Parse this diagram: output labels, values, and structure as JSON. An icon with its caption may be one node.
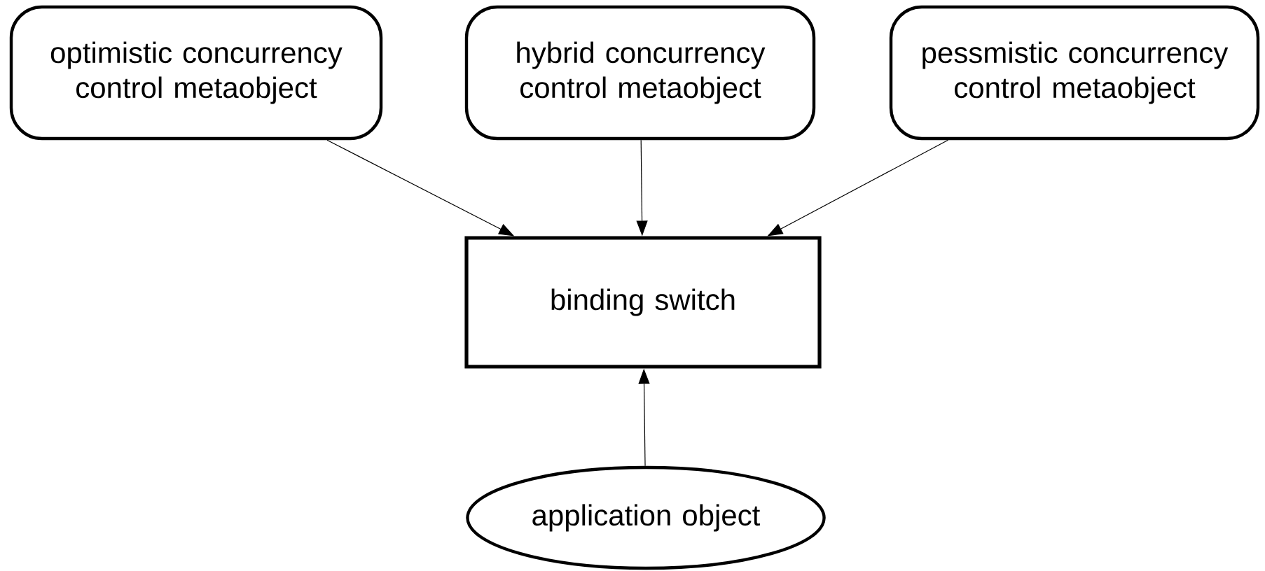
{
  "diagram": {
    "nodes": [
      {
        "text": [
          "optimistic concurrency control metaobject"
        ]
      },
      {
        "text": [
          "hybrid concurrency control metaobject"
        ]
      },
      {
        "text": [
          "pessmistic concurrency control metaobject"
        ]
      },
      {
        "text": [
          "binding switch"
        ]
      },
      {
        "text": [
          "application object"
        ]
      }
    ],
    "edges": [
      {
        "from": 0,
        "to": 3,
        "arrow": "to"
      },
      {
        "from": 1,
        "to": 3,
        "arrow": "to"
      },
      {
        "from": 2,
        "to": 3,
        "arrow": "to"
      },
      {
        "from": 4,
        "to": 3,
        "arrow": "to"
      }
    ]
  }
}
